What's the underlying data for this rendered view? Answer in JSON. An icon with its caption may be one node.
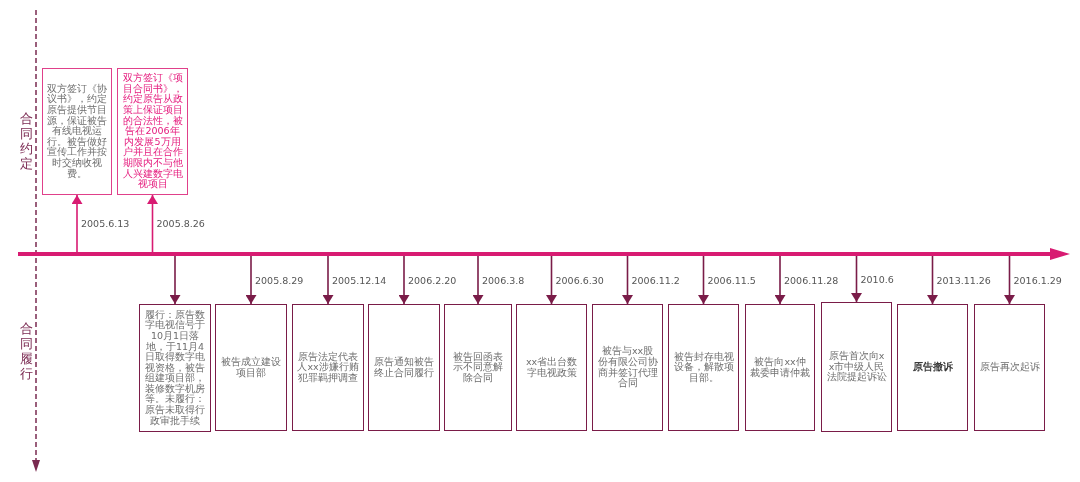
{
  "diagram": {
    "nodes": [
      {
        "text": [
          "双方签订《协议书》，约定原告提供节目源，保证被告有线电视运行。被告做好宣传工作并按时交纳收视费。"
        ]
      },
      {
        "text": [
          "双方签订《项目合同书》，约定原告从政策上保证项目的合法性，被告在2006年内发展5万用户并且在合作期限内不与他人兴建数字电视项目"
        ]
      },
      {
        "text": [],
        "shape": "arrow"
      },
      {
        "text": [
          "履行：原告数字电视信号于10月1日落地，于11月4日取得数字电视资格，被告组建项目部，装修数字机房等。未履行：原告未取得行政审批手续"
        ]
      },
      {
        "text": [
          "被告成立建设项目部"
        ]
      },
      {
        "text": [
          "原告法定代表人xx涉嫌行贿犯罪羁押调查"
        ]
      },
      {
        "text": [
          "原告通知被告终止合同履行"
        ]
      },
      {
        "text": [
          "被告回函表示不同意解除合同"
        ]
      },
      {
        "text": [
          "xx省出台数字电视政策"
        ]
      },
      {
        "text": [
          "被告与xx股份有限公司协商并签订代理合同"
        ]
      },
      {
        "text": [
          "被告封存电视设备，解散项目部。"
        ]
      },
      {
        "text": [
          "被告向xx仲裁委申请仲裁"
        ]
      },
      {
        "text": [
          "原告首次向xx市中级人民法院提起诉讼"
        ]
      },
      {
        "text": [
          "原告撤诉"
        ]
      },
      {
        "text": [
          "原告再次起诉"
        ]
      }
    ],
    "edges": [
      {
        "from": 2,
        "to": 0,
        "arrow": "to",
        "label": "2005.6.13",
        "color": "#d81b72"
      },
      {
        "from": 2,
        "to": 1,
        "arrow": "to",
        "label": "2005.8.26",
        "color": "#d81b72"
      },
      {
        "from": 2,
        "to": 3,
        "arrow": "to"
      },
      {
        "from": 2,
        "to": 4,
        "arrow": "to",
        "label": "2005.8.29"
      },
      {
        "from": 2,
        "to": 5,
        "arrow": "to",
        "label": "2005.12.14"
      },
      {
        "from": 2,
        "to": 6,
        "arrow": "to",
        "label": "2006.2.20"
      },
      {
        "from": 2,
        "to": 7,
        "arrow": "to",
        "label": "2006.3.8"
      },
      {
        "from": 2,
        "to": 8,
        "arrow": "to",
        "label": "2006.6.30"
      },
      {
        "from": 2,
        "to": 9,
        "arrow": "to",
        "label": "2006.11.2"
      },
      {
        "from": 2,
        "to": 10,
        "arrow": "to",
        "label": "2006.11.5"
      },
      {
        "from": 2,
        "to": 11,
        "arrow": "to",
        "label": "2006.11.28"
      },
      {
        "from": 2,
        "to": 12,
        "arrow": "to",
        "label": "2010.6"
      },
      {
        "from": 2,
        "to": 13,
        "arrow": "to",
        "label": "2013.11.26"
      },
      {
        "from": 2,
        "to": 14,
        "arrow": "to",
        "label": "2016.1.29"
      }
    ],
    "labels": [
      "合同约定",
      "合同履行"
    ]
  }
}
